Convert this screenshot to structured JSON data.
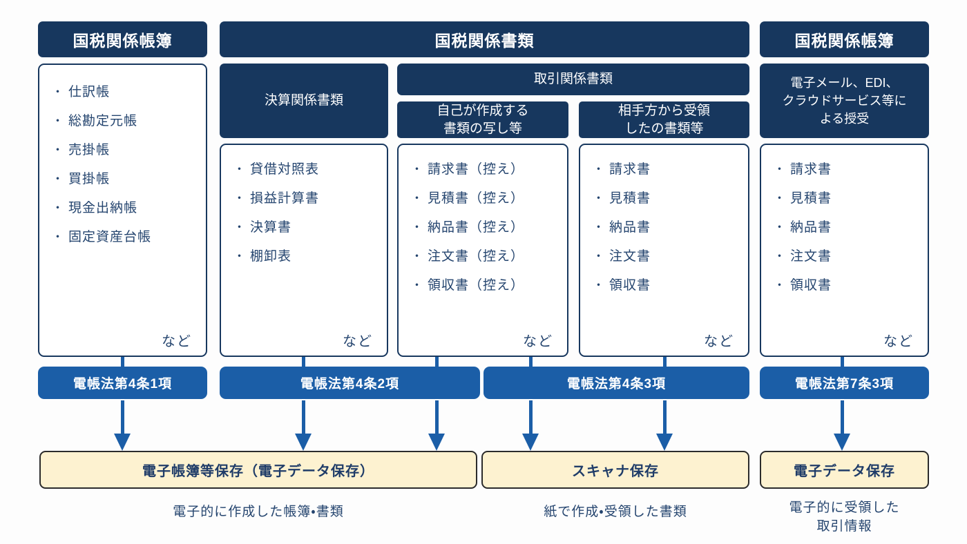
{
  "ui": {
    "bullet": "・",
    "etc_label": "など"
  },
  "colors": {
    "header_navy": "#17375e",
    "bar_blue": "#1b5ea7",
    "storage_cream": "#fdf2d0",
    "text_navy": "#25456f",
    "background": "#fdfdfd"
  },
  "columns": {
    "ledgers": {
      "header": "国税関係帳簿",
      "items": [
        "仕訳帳",
        "総勘定元帳",
        "売掛帳",
        "買掛帳",
        "現金出納帳",
        "固定資産台帳"
      ],
      "law": "電帳法第4条1項"
    },
    "documents": {
      "header": "国税関係書類",
      "settlement": {
        "title": "決算関係書類",
        "items": [
          "貸借対照表",
          "損益計算書",
          "決算書",
          "棚卸表"
        ]
      },
      "transaction": {
        "title": "取引関係書類",
        "self_made": {
          "title": "自己が作成する\n書類の写し等",
          "items": [
            "請求書（控え）",
            "見積書（控え）",
            "納品書（控え）",
            "注文書（控え）",
            "領収書（控え）"
          ]
        },
        "received": {
          "title": "相手方から受領\nしたの書類等",
          "items": [
            "請求書",
            "見積書",
            "納品書",
            "注文書",
            "領収書"
          ]
        }
      },
      "law_article4_2": "電帳法第4条2項",
      "law_article4_3": "電帳法第4条3項"
    },
    "electronic": {
      "header": "国税関係帳簿",
      "subtitle": "電子メール、EDI、\nクラウドサービス等に\nよる授受",
      "items": [
        "請求書",
        "見積書",
        "納品書",
        "注文書",
        "領収書"
      ],
      "law": "電帳法第7条3項"
    }
  },
  "storage": {
    "electronic_books": {
      "label": "電子帳簿等保存（電子データ保存）",
      "caption": "電子的に作成した帳簿・書類"
    },
    "scanner": {
      "label": "スキャナ保存",
      "caption": "紙で作成・受領した書類"
    },
    "electronic_data": {
      "label": "電子データ保存",
      "caption": "電子的に受領した\n取引情報"
    }
  }
}
